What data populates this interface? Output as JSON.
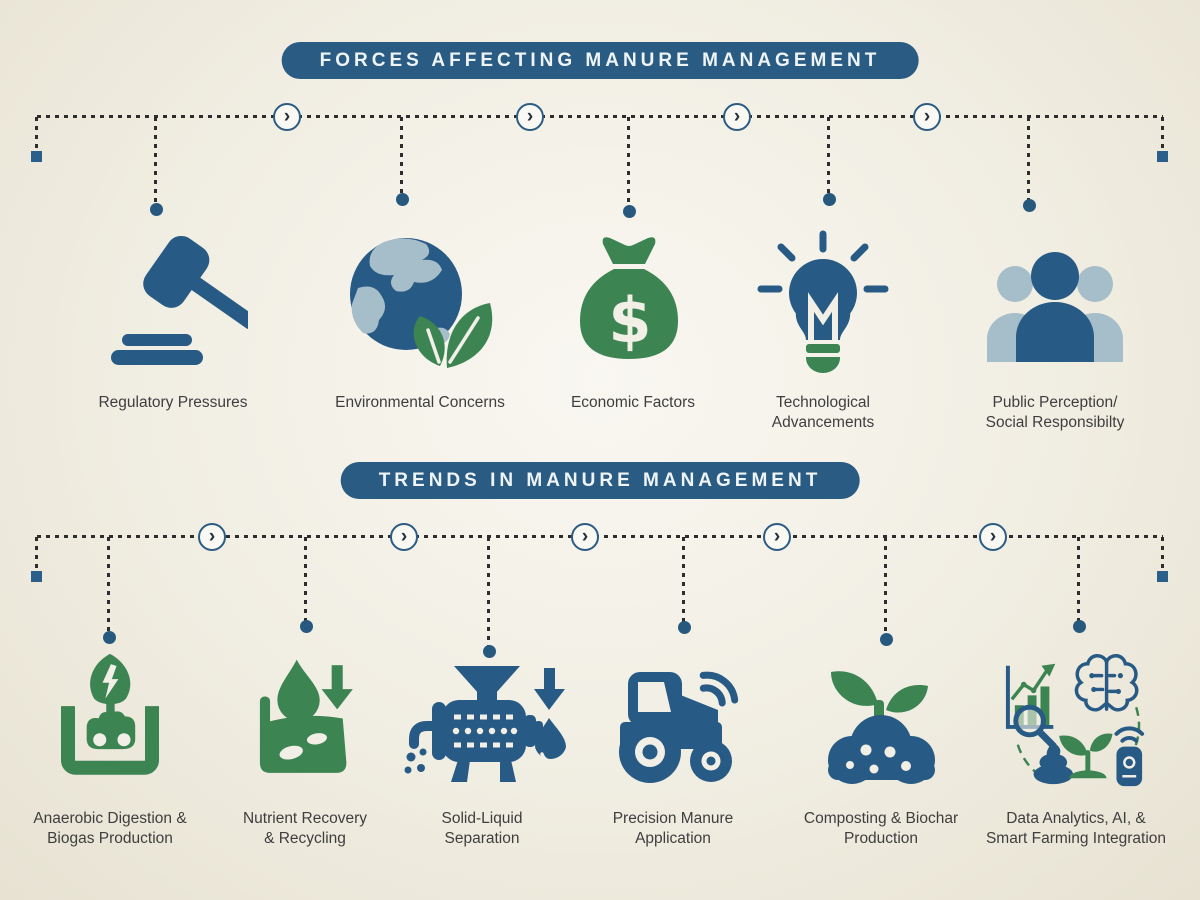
{
  "colors": {
    "blue": "#275a84",
    "light_blue": "#a6bdca",
    "green": "#3c8452",
    "banner_bg": "#2a5b82",
    "banner_text": "#eef4f7",
    "label_text": "#3e3e3e",
    "dotted_line": "#2d2d2d",
    "background_center": "#f9f7f1",
    "background_edge": "#e7e2d2"
  },
  "connector": {
    "chevron_glyph": "›"
  },
  "sections": [
    {
      "title": "FORCES AFFECTING MANURE MANAGEMENT",
      "items": [
        {
          "icon": "gavel-icon",
          "label": "Regulatory Pressures"
        },
        {
          "icon": "earth-leaves-icon",
          "label": "Environmental Concerns"
        },
        {
          "icon": "money-bag-icon",
          "label": "Economic Factors"
        },
        {
          "icon": "lightbulb-icon",
          "label": "Technological\nAdvancements"
        },
        {
          "icon": "people-group-icon",
          "label": "Public Perception/\nSocial Responsibilty"
        }
      ]
    },
    {
      "title": "TRENDS IN MANURE MANAGEMENT",
      "items": [
        {
          "icon": "biogas-digester-icon",
          "label": "Anaerobic Digestion &\nBiogas Production"
        },
        {
          "icon": "nutrient-recovery-icon",
          "label": "Nutrient Recovery\n& Recycling"
        },
        {
          "icon": "separator-machine-icon",
          "label": "Solid-Liquid\nSeparation"
        },
        {
          "icon": "smart-tractor-icon",
          "label": "Precision Manure\nApplication"
        },
        {
          "icon": "compost-pile-icon",
          "label": "Composting & Biochar\nProduction"
        },
        {
          "icon": "smart-farming-ai-icon",
          "label": "Data Analytics, AI, &\nSmart Farming Integration"
        }
      ]
    }
  ]
}
